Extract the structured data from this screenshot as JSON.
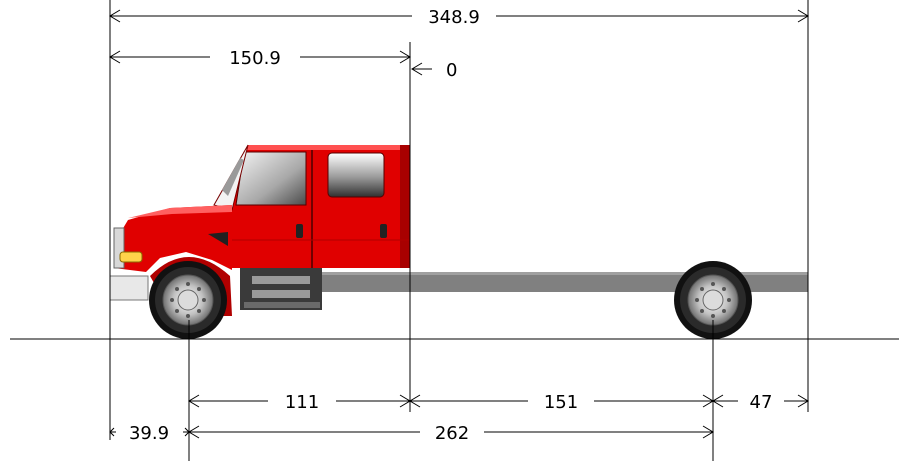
{
  "dimensions": {
    "overall_length": "348.9",
    "front_to_cab_back": "150.9",
    "cab_back_datum": "0",
    "front_axle_to_cab_back": "111",
    "cab_back_to_rear_axle": "151",
    "rear_overhang": "47",
    "front_overhang": "39.9",
    "wheelbase": "262"
  },
  "colors": {
    "cab": "#e00000",
    "cab_shadow": "#a00000",
    "frame": "#808080",
    "tire": "#111111",
    "rim": "#c8c8c8"
  }
}
